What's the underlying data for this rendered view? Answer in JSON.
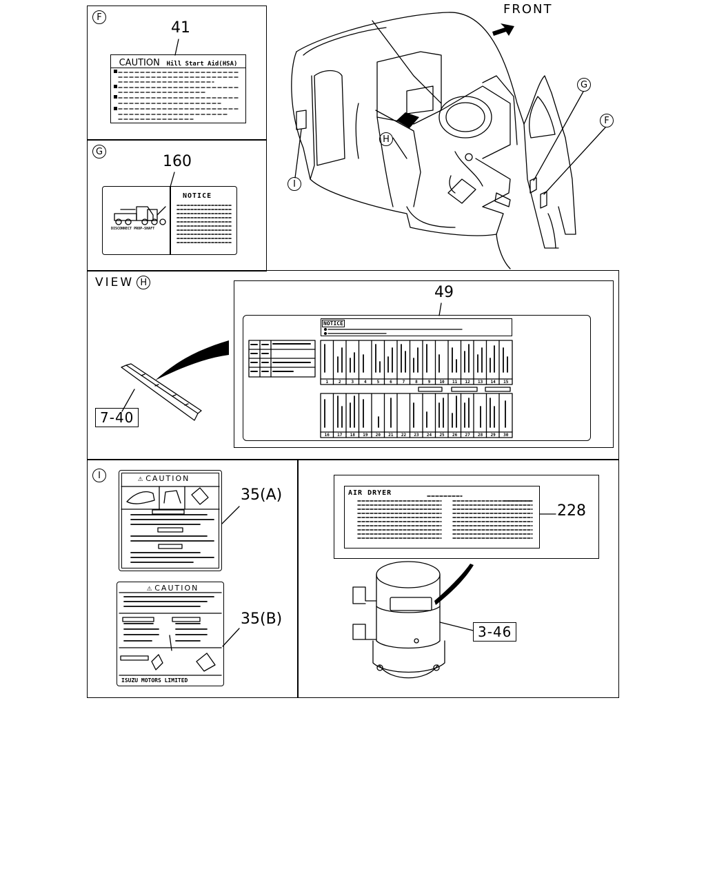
{
  "front_label": "FRONT",
  "callouts": {
    "F": "F",
    "G": "G",
    "H": "H",
    "I": "I"
  },
  "panel_f": {
    "part": "41",
    "caution_title": "CAUTION",
    "caution_subtitle": "Hill Start Aid(HSA)"
  },
  "panel_g": {
    "part": "160",
    "notice_title": "NOTICE",
    "caption": "DISCONNECT PROP-SHAFT"
  },
  "panel_h": {
    "view_label": "VIEW",
    "part_ref": "7-40",
    "label_part": "49",
    "notice_title": "NOTICE",
    "fuse_numbers_top": [
      "1",
      "2",
      "3",
      "4",
      "5",
      "6",
      "7",
      "8",
      "9",
      "10",
      "11",
      "12",
      "13",
      "14",
      "15"
    ],
    "fuse_numbers_bottom": [
      "16",
      "17",
      "18",
      "19",
      "20",
      "21",
      "22",
      "23",
      "24",
      "25",
      "26",
      "27",
      "28",
      "29",
      "30"
    ]
  },
  "panel_i": {
    "part_a": "35(A)",
    "part_b": "35(B)",
    "caution_title": "CAUTION",
    "maker": "ISUZU MOTORS LIMITED"
  },
  "panel_dryer": {
    "part": "228",
    "title": "AIR DRYER",
    "part_ref": "3-46"
  }
}
